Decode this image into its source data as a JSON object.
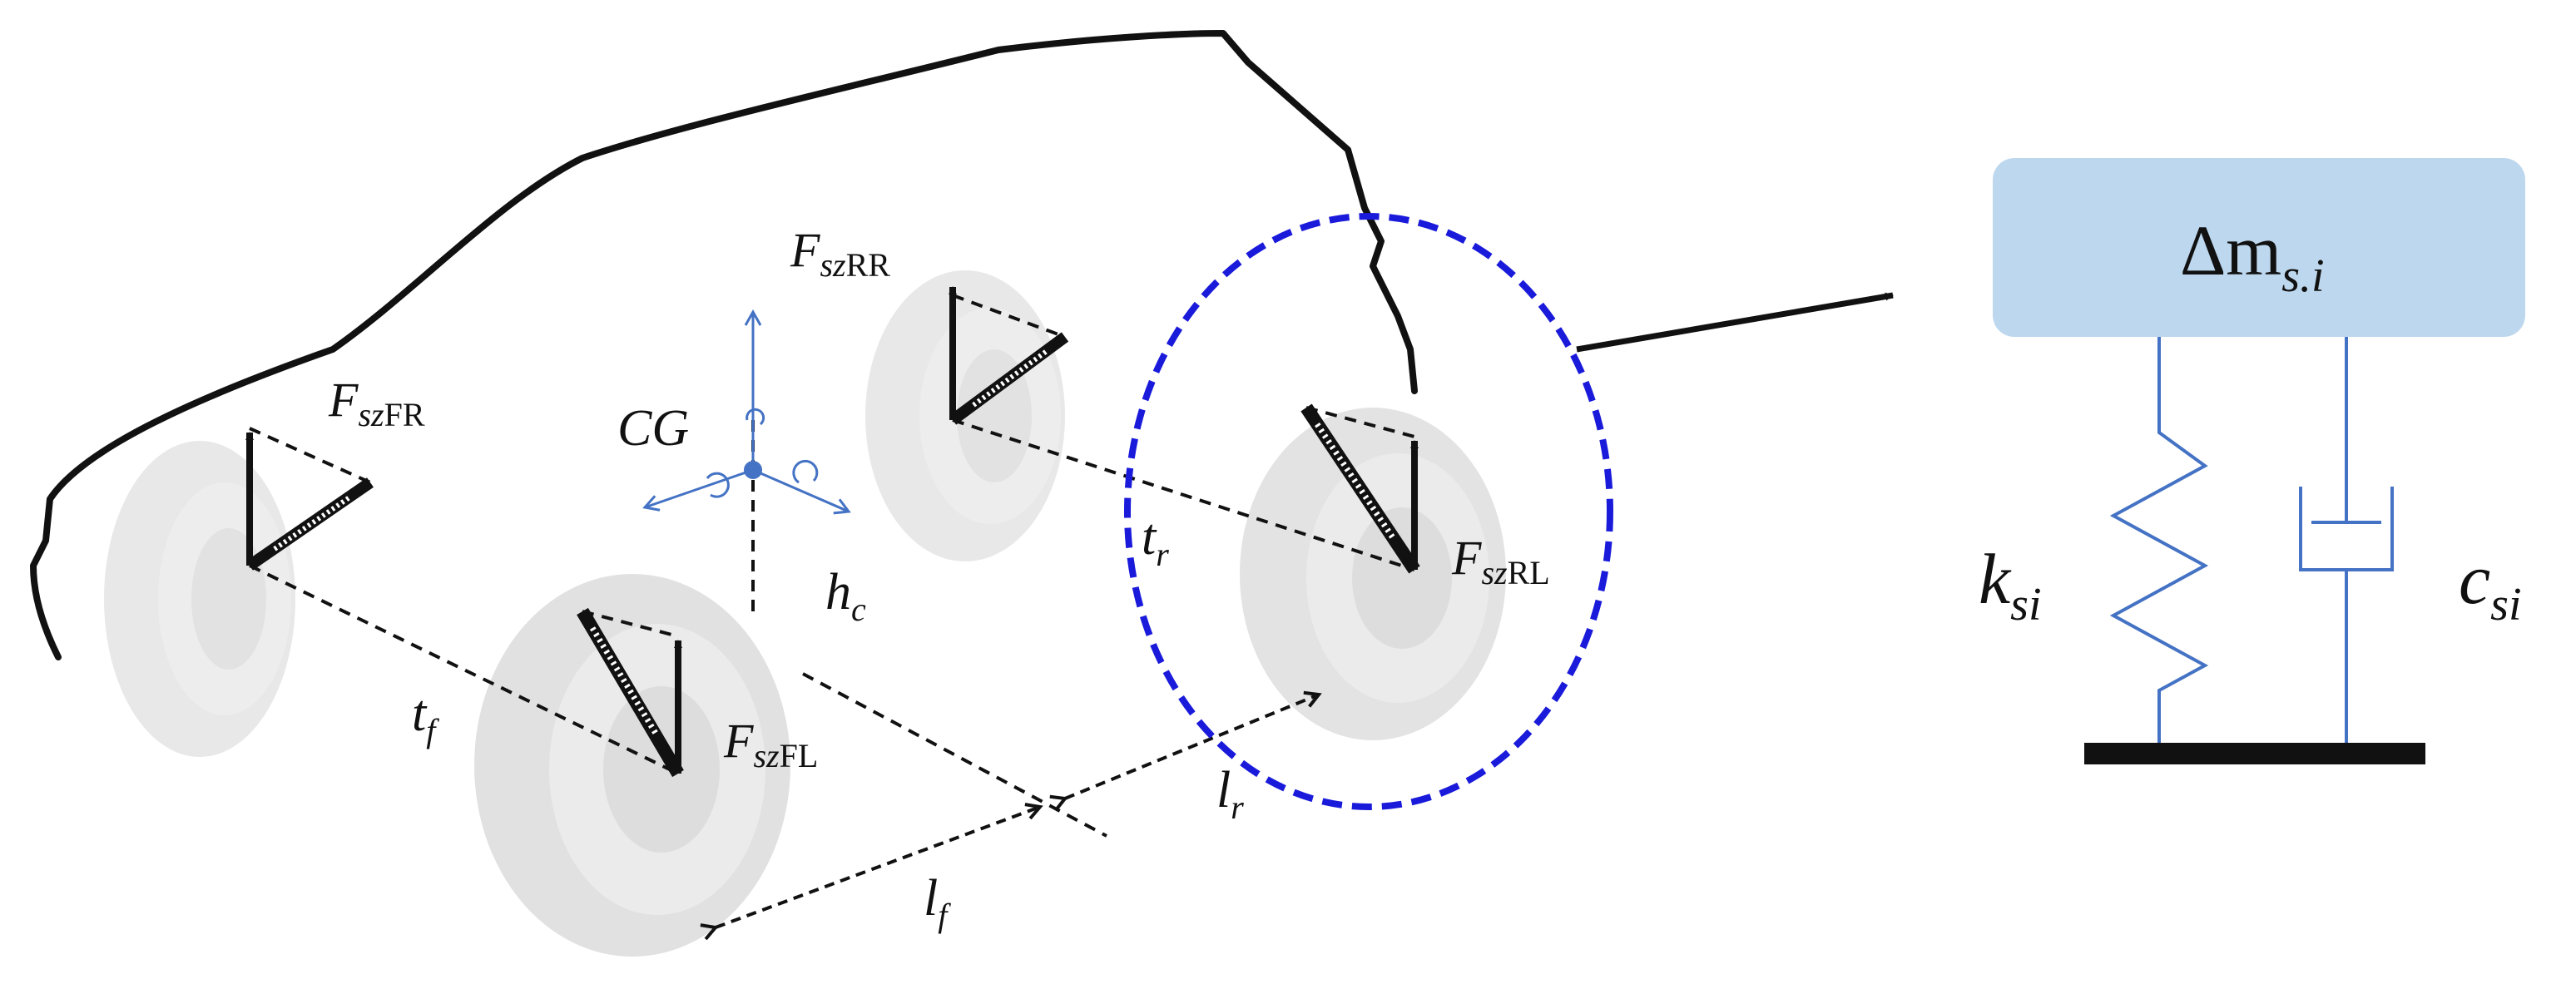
{
  "labels": {
    "F": "F",
    "sz": "sz",
    "FR": "FR",
    "RR": "RR",
    "RL": "RL",
    "FL": "FL",
    "CG": "CG",
    "h": "h",
    "h_sub": "c",
    "t": "t",
    "t_f_sub": "f",
    "t_r_sub": "r",
    "l": "l",
    "l_f_sub": "f",
    "l_r_sub": "r",
    "delta_m": "Δm",
    "delta_m_sub": "s.i",
    "k": "k",
    "k_sub": "si",
    "c": "c",
    "c_sub": "si"
  },
  "colors": {
    "outline": "#111111",
    "axes": "#4472c4",
    "highlight_ellipse": "#1a1adb",
    "mass_block": "#bdd7ee",
    "spring_damper": "#4472c4",
    "wheel": "#dcdcdc"
  }
}
